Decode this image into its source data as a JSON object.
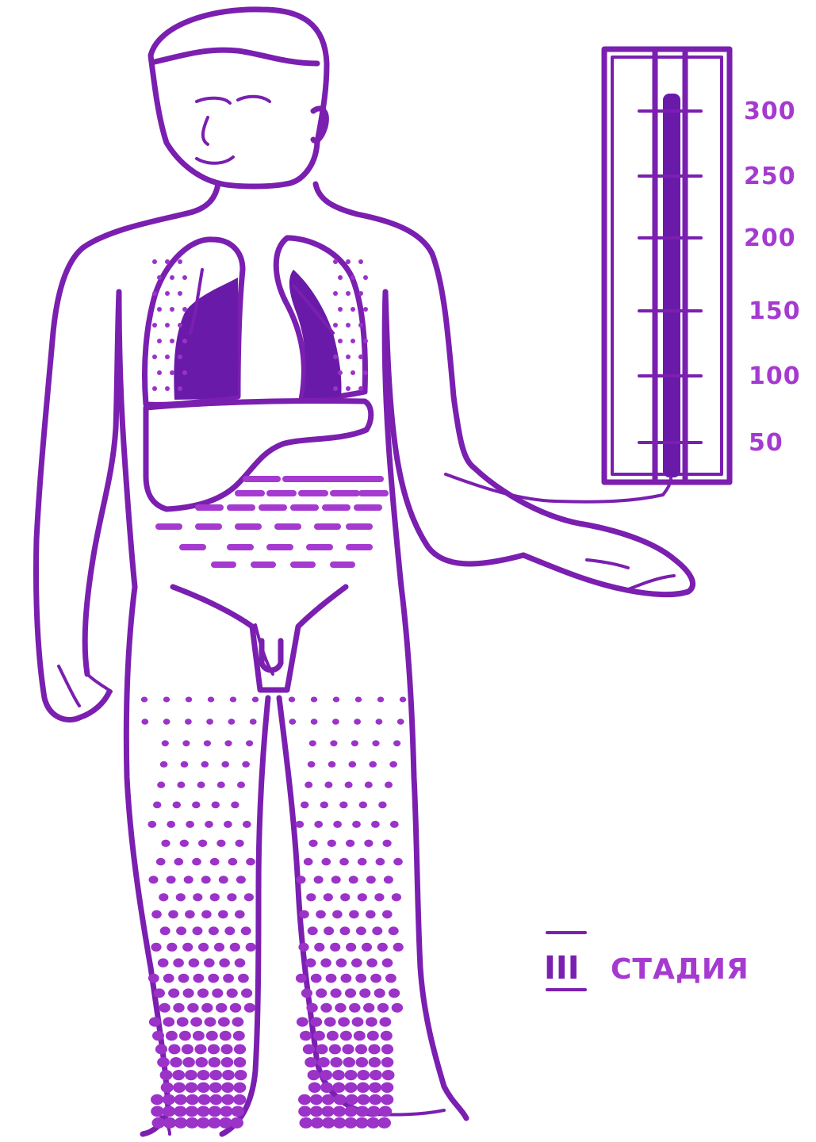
{
  "thermometer": {
    "scale_labels": [
      "300",
      "250",
      "200",
      "150",
      "100",
      "50"
    ]
  },
  "stage": {
    "roman": "III",
    "word": "СТАДИЯ"
  },
  "colors": {
    "ink": "#7a1fb0",
    "ink_light": "#a53ad0",
    "lung_fill": "#6a1aa8",
    "background": "#ffffff"
  }
}
